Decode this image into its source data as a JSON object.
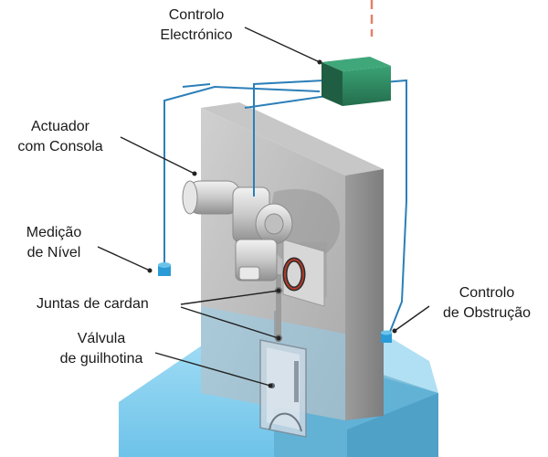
{
  "labels": {
    "controlo_electronico": [
      "Controlo",
      "Electrónico"
    ],
    "actuador": [
      "Actuador",
      "com Consola"
    ],
    "medicao": [
      "Medição",
      "de Nível"
    ],
    "juntas": "Juntas de  cardan",
    "valvula": [
      "Válvula",
      "de guilhotina"
    ],
    "obstrucao": [
      "Controlo",
      "de Obstrução"
    ]
  },
  "colors": {
    "water": "#8fd3f4",
    "wall": "#b8b8b8",
    "controller_box": "#2e8a62",
    "cable": "#2b7fb8",
    "sensor": "#2a9bd6",
    "leader_line": "#222222",
    "dashed_accent": "#e0826a"
  }
}
